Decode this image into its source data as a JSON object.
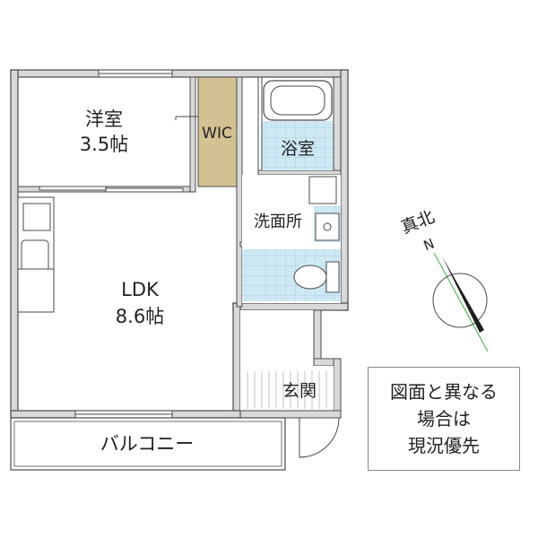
{
  "rooms": {
    "western_room": {
      "name": "洋室",
      "size": "3.5帖"
    },
    "wic": {
      "name": "WIC"
    },
    "bathroom": {
      "name": "浴室"
    },
    "washroom": {
      "name": "洗面所"
    },
    "ldk": {
      "name": "LDK",
      "size": "8.6帖"
    },
    "entrance": {
      "name": "玄関"
    },
    "balcony": {
      "name": "バルコニー"
    }
  },
  "compass": {
    "label": "真北",
    "letter": "N"
  },
  "note": {
    "lines": [
      "図面と異なる",
      "場合は",
      "現況優先"
    ]
  },
  "colors": {
    "wic_fill": "#d2c193",
    "tile_fill": "#cfe9f4",
    "wall": "#4a4a4a",
    "compass_line": "#58b85a"
  }
}
